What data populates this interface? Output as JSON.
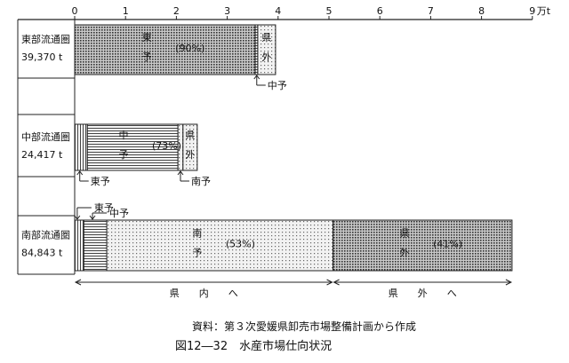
{
  "chart_data": {
    "type": "bar",
    "orientation": "horizontal",
    "stacked": true,
    "unit": "万t",
    "xlim": [
      0,
      9
    ],
    "xticks": [
      "0",
      "1",
      "2",
      "3",
      "4",
      "5",
      "6",
      "7",
      "8",
      "9"
    ],
    "categories": [
      "東部流通圏",
      "中部流通圏",
      "南部流通圏"
    ],
    "row_totals": [
      "39,370 t",
      "24,417 t",
      "84,843 t"
    ],
    "grid": false,
    "bars": [
      {
        "category": "東部流通圏",
        "segments": [
          {
            "name": "東予",
            "value": 3.55,
            "label": "東\n予",
            "pct": "(90%)",
            "pattern": "dots-dark"
          },
          {
            "name": "中予",
            "value": 0.05,
            "label": "",
            "pct": "",
            "pattern": "hlines"
          },
          {
            "name": "県外",
            "value": 0.35,
            "label": "県\n外",
            "pct": "",
            "pattern": "dots-light"
          }
        ]
      },
      {
        "category": "中部流通圏",
        "segments": [
          {
            "name": "東予",
            "value": 0.25,
            "label": "",
            "pct": "",
            "pattern": "vlines"
          },
          {
            "name": "中予",
            "value": 1.78,
            "label": "中\n予",
            "pct": "(73%)",
            "pattern": "hlines"
          },
          {
            "name": "南予",
            "value": 0.1,
            "label": "",
            "pct": "",
            "pattern": "dots-light"
          },
          {
            "name": "県外",
            "value": 0.28,
            "label": "県\n外",
            "pct": "",
            "pattern": "dots-light"
          }
        ]
      },
      {
        "category": "南部流通圏",
        "segments": [
          {
            "name": "東予",
            "value": 0.18,
            "label": "",
            "pct": "",
            "pattern": "vlines"
          },
          {
            "name": "中予",
            "value": 0.45,
            "label": "",
            "pct": "",
            "pattern": "hlines"
          },
          {
            "name": "南予",
            "value": 4.45,
            "label": "南\n予",
            "pct": "(53%)",
            "pattern": "dots-light"
          },
          {
            "name": "県外",
            "value": 3.52,
            "label": "県\n外",
            "pct": "(41%)",
            "pattern": "dots-dark"
          }
        ]
      }
    ],
    "callouts": [
      {
        "text": "中予",
        "bar": 0,
        "at": 3.58
      },
      {
        "text": "東予",
        "bar": 1,
        "at": 0.1
      },
      {
        "text": "南予",
        "bar": 1,
        "at": 2.08
      },
      {
        "text": "東予",
        "bar": 2,
        "at": 0.05
      },
      {
        "text": "中予",
        "bar": 2,
        "at": 0.35
      }
    ],
    "span_arrows": [
      {
        "from": 0,
        "to": 5.08,
        "label": "県　　内　　へ"
      },
      {
        "from": 5.08,
        "to": 8.6,
        "label": "県　　外　　へ"
      }
    ]
  },
  "source_note": "資料：第３次愛媛県卸売市場整備計画から作成",
  "figure_caption": "図12―32　水産市場仕向状況"
}
